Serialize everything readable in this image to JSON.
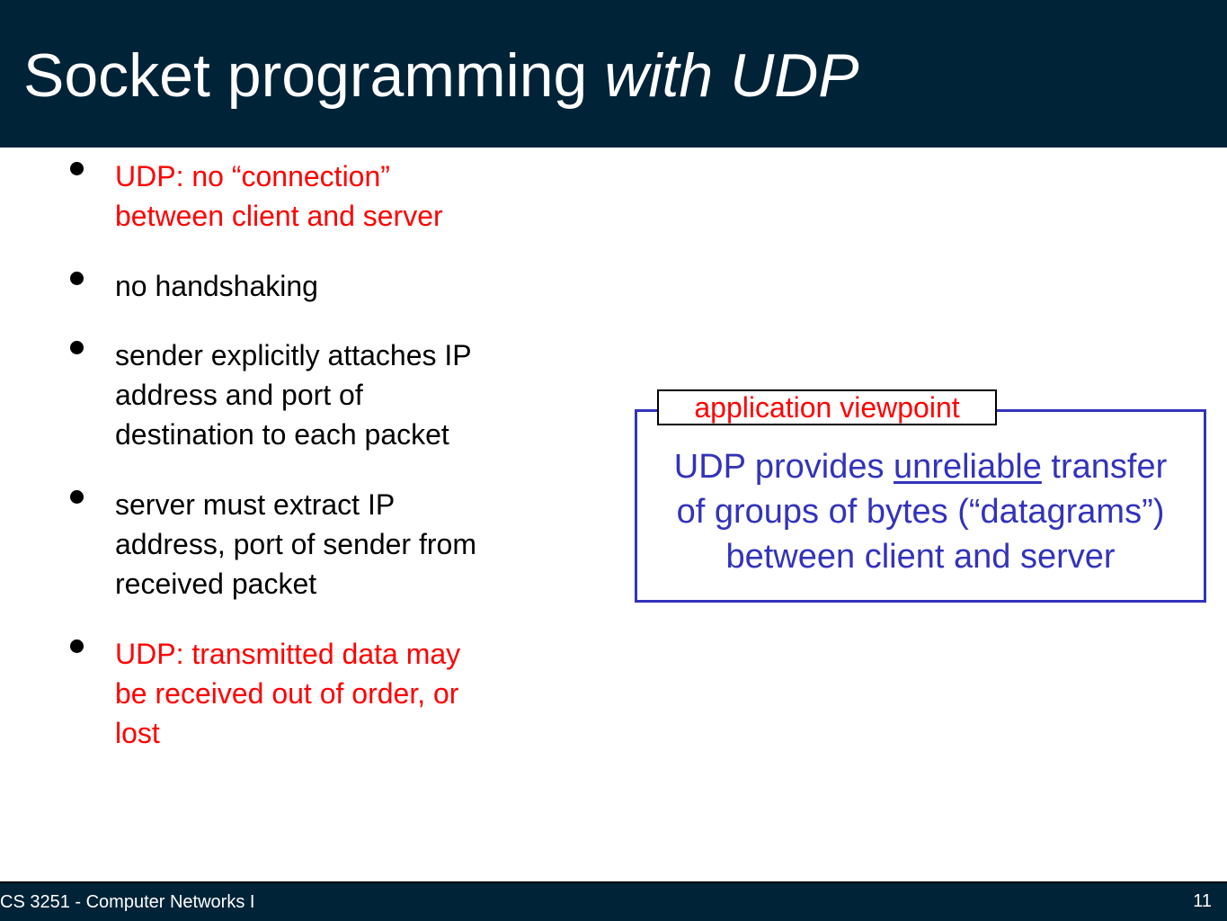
{
  "title": {
    "main": "Socket programming ",
    "emphasis": "with UDP"
  },
  "bullets": [
    {
      "lines": [
        "UDP: no “connection”",
        "between client and server"
      ],
      "highlight": true
    },
    {
      "lines": [
        "no handshaking"
      ],
      "highlight": false
    },
    {
      "lines": [
        "sender explicitly attaches IP",
        "address and port of",
        "destination to each packet"
      ],
      "highlight": false
    },
    {
      "lines": [
        "server must extract IP",
        "address, port of sender from",
        "received packet"
      ],
      "highlight": false
    },
    {
      "lines": [
        "UDP: transmitted data may",
        "be received out of order, or",
        "lost"
      ],
      "highlight": true
    }
  ],
  "viewpoint": {
    "label": "application viewpoint",
    "line1_before": "UDP provides ",
    "line1_underlined": "unreliable",
    "line1_after": " transfer",
    "line2": "of groups of bytes (“datagrams”)",
    "line3": "between client and server"
  },
  "footer": {
    "course": "CS 3251 - Computer Networks I",
    "page_number": "11"
  },
  "colors": {
    "title_bar": "#002337",
    "highlight_text": "#ff0000",
    "box_text": "#3333bb"
  }
}
